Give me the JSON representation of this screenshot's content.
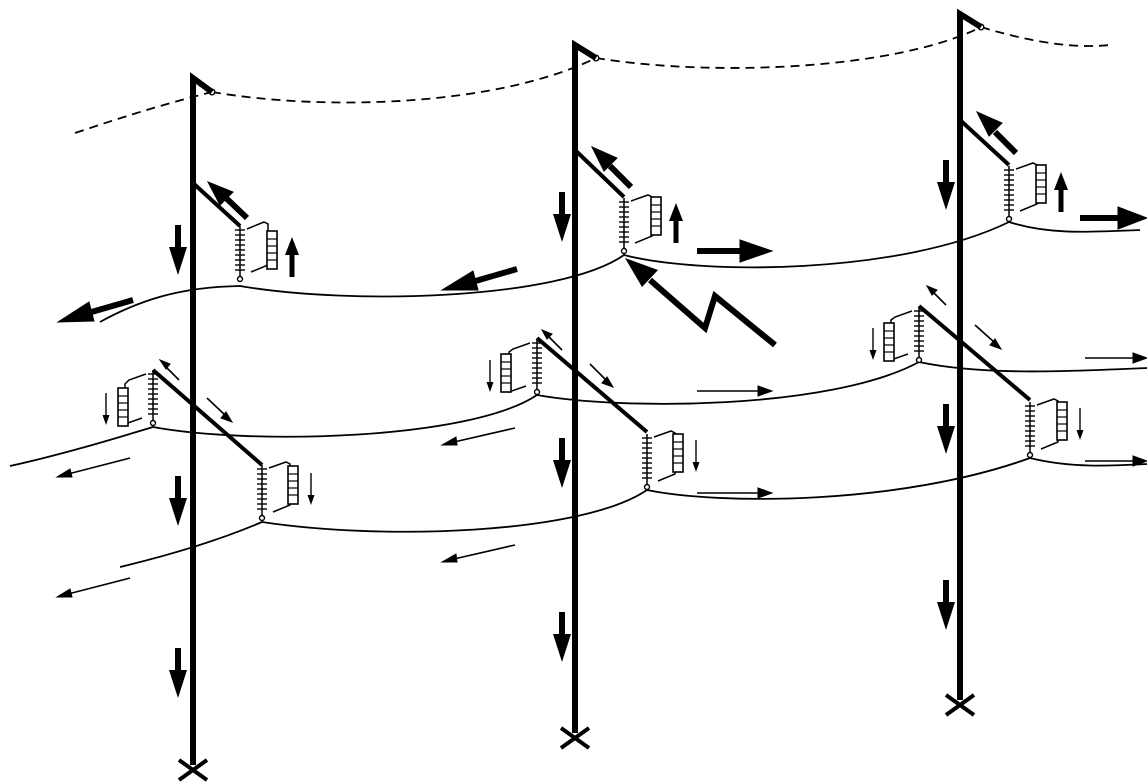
{
  "diagram": {
    "style": "black line drawing on white background",
    "colors": {
      "ink": "#000000",
      "background": "#ffffff"
    },
    "towers": [
      {
        "id": "tower-left",
        "levels": 3
      },
      {
        "id": "tower-middle",
        "levels": 3
      },
      {
        "id": "tower-right",
        "levels": 3
      }
    ],
    "ground_wire": {
      "line_style": "dashed"
    },
    "icons": [
      "ground-symbol",
      "insulator-coil",
      "resistor",
      "lightning-bolt",
      "current-arrow"
    ]
  }
}
